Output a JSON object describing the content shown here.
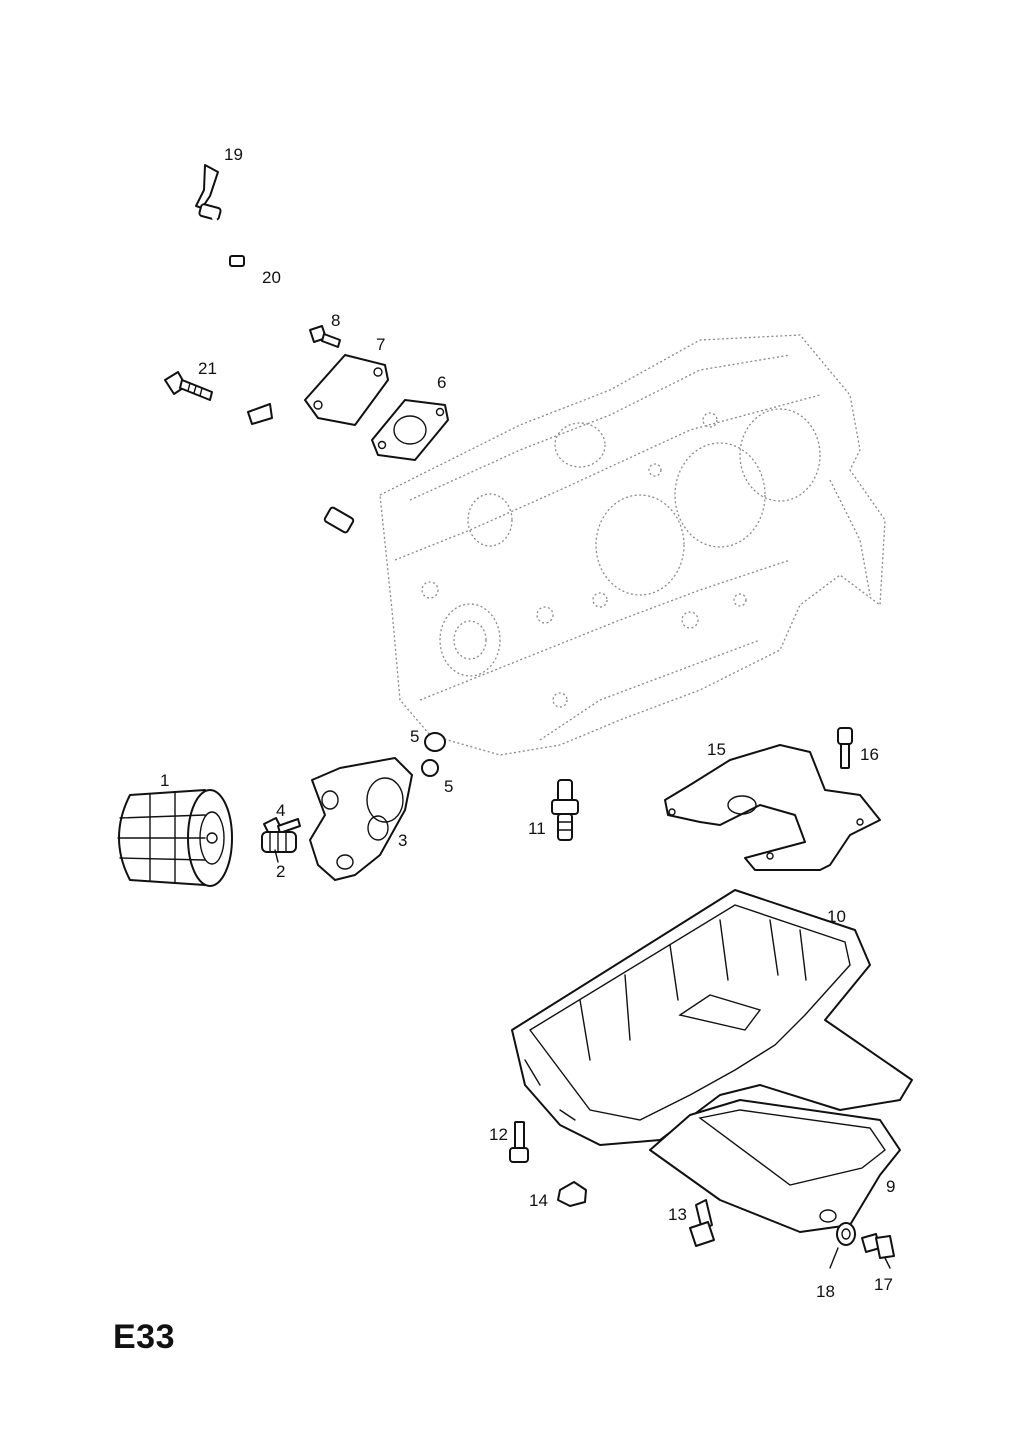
{
  "sheet": {
    "code": "E33"
  },
  "callouts": {
    "c1": "1",
    "c2": "2",
    "c3": "3",
    "c4": "4",
    "c5a": "5",
    "c5b": "5",
    "c6": "6",
    "c7": "7",
    "c8": "8",
    "c9": "9",
    "c10": "10",
    "c11": "11",
    "c12": "12",
    "c13": "13",
    "c14": "14",
    "c15": "15",
    "c16": "16",
    "c17": "17",
    "c18": "18",
    "c19": "19",
    "c20": "20",
    "c21": "21"
  },
  "colors": {
    "line": "#111111",
    "ghost": "#888888",
    "background": "#ffffff"
  }
}
